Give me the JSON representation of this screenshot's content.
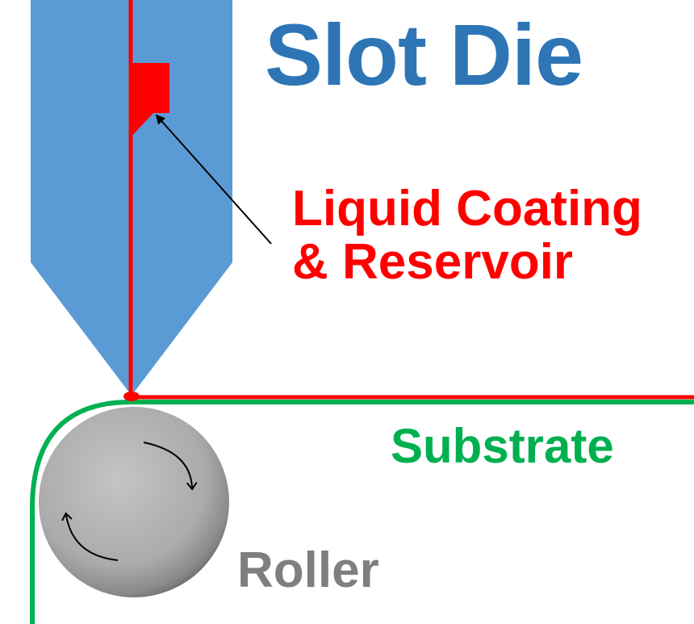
{
  "title": "Slot Die",
  "labels": {
    "coating_line1": "Liquid Coating",
    "coating_line2": "& Reservoir",
    "substrate": "Substrate",
    "roller": "Roller"
  },
  "colors": {
    "die": "#5b9bd5",
    "title": "#2e75b6",
    "liquid": "#ff0000",
    "substrate": "#00b050",
    "roller_text": "#7f7f7f",
    "roller_fill": "#b3b3b3",
    "arrow": "#000000"
  }
}
